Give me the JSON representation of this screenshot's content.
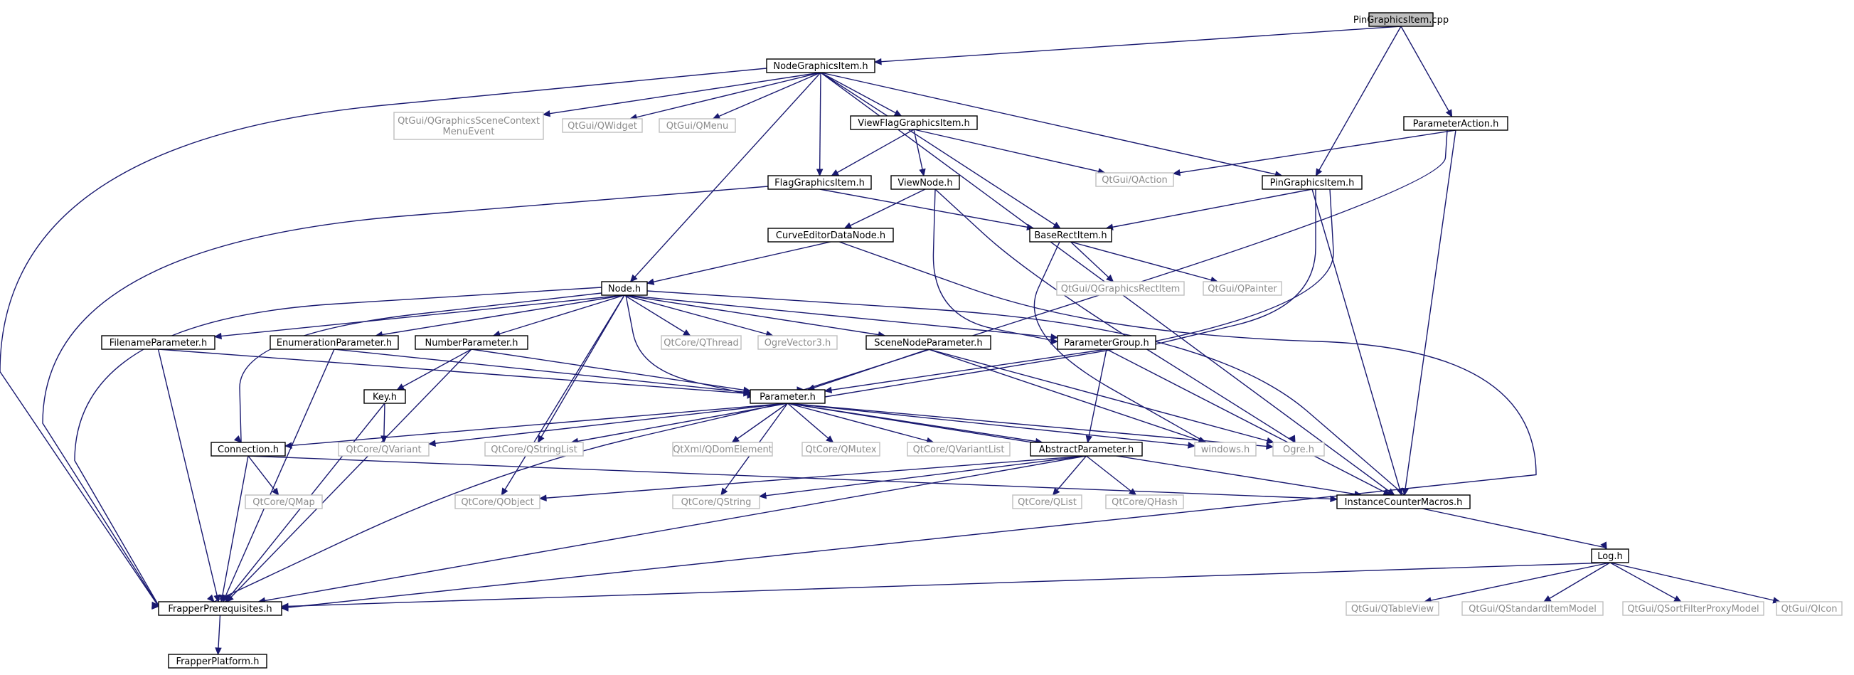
{
  "diagram": {
    "type": "include-dependency-graph",
    "colors": {
      "edge": "#191970",
      "local_border": "#000000",
      "external_border": "#bfbfbf",
      "root_fill": "#bfbfbf",
      "external_text": "#8c8c8c"
    },
    "nodes": [
      {
        "id": "n_pgi_cpp",
        "label": "PinGraphicsItem.cpp",
        "kind": "root"
      },
      {
        "id": "n_ngi",
        "label": "NodeGraphicsItem.h",
        "kind": "local"
      },
      {
        "id": "n_qgscme",
        "label": [
          "QtGui/QGraphicsSceneContext",
          "MenuEvent"
        ],
        "kind": "external"
      },
      {
        "id": "n_qwidget",
        "label": "QtGui/QWidget",
        "kind": "external"
      },
      {
        "id": "n_qmenu",
        "label": "QtGui/QMenu",
        "kind": "external"
      },
      {
        "id": "n_vfgi",
        "label": "ViewFlagGraphicsItem.h",
        "kind": "local"
      },
      {
        "id": "n_paction",
        "label": "ParameterAction.h",
        "kind": "local"
      },
      {
        "id": "n_qaction",
        "label": "QtGui/QAction",
        "kind": "external"
      },
      {
        "id": "n_fgi",
        "label": "FlagGraphicsItem.h",
        "kind": "local"
      },
      {
        "id": "n_viewnode",
        "label": "ViewNode.h",
        "kind": "local"
      },
      {
        "id": "n_pgi_h",
        "label": "PinGraphicsItem.h",
        "kind": "local"
      },
      {
        "id": "n_cedn",
        "label": "CurveEditorDataNode.h",
        "kind": "local"
      },
      {
        "id": "n_bri",
        "label": "BaseRectItem.h",
        "kind": "local"
      },
      {
        "id": "n_qgri",
        "label": "QtGui/QGraphicsRectItem",
        "kind": "external"
      },
      {
        "id": "n_qpainter",
        "label": "QtGui/QPainter",
        "kind": "external"
      },
      {
        "id": "n_node",
        "label": "Node.h",
        "kind": "local"
      },
      {
        "id": "n_filep",
        "label": "FilenameParameter.h",
        "kind": "local"
      },
      {
        "id": "n_enump",
        "label": "EnumerationParameter.h",
        "kind": "local"
      },
      {
        "id": "n_nump",
        "label": "NumberParameter.h",
        "kind": "local"
      },
      {
        "id": "n_qthread",
        "label": "QtCore/QThread",
        "kind": "external"
      },
      {
        "id": "n_ogrev3",
        "label": "OgreVector3.h",
        "kind": "external"
      },
      {
        "id": "n_snp",
        "label": "SceneNodeParameter.h",
        "kind": "local"
      },
      {
        "id": "n_pgroup",
        "label": "ParameterGroup.h",
        "kind": "local"
      },
      {
        "id": "n_key",
        "label": "Key.h",
        "kind": "local"
      },
      {
        "id": "n_param",
        "label": "Parameter.h",
        "kind": "local"
      },
      {
        "id": "n_conn",
        "label": "Connection.h",
        "kind": "local"
      },
      {
        "id": "n_qvariant",
        "label": "QtCore/QVariant",
        "kind": "external"
      },
      {
        "id": "n_qstrlist",
        "label": "QtCore/QStringList",
        "kind": "external"
      },
      {
        "id": "n_qdom",
        "label": "QtXml/QDomElement",
        "kind": "external"
      },
      {
        "id": "n_qmutex",
        "label": "QtCore/QMutex",
        "kind": "external"
      },
      {
        "id": "n_qvarlist",
        "label": "QtCore/QVariantList",
        "kind": "external"
      },
      {
        "id": "n_absp",
        "label": "AbstractParameter.h",
        "kind": "local"
      },
      {
        "id": "n_windows",
        "label": "windows.h",
        "kind": "external"
      },
      {
        "id": "n_ogre",
        "label": "Ogre.h",
        "kind": "external"
      },
      {
        "id": "n_qmap",
        "label": "QtCore/QMap",
        "kind": "external"
      },
      {
        "id": "n_qobject",
        "label": "QtCore/QObject",
        "kind": "external"
      },
      {
        "id": "n_qstring",
        "label": "QtCore/QString",
        "kind": "external"
      },
      {
        "id": "n_qlist",
        "label": "QtCore/QList",
        "kind": "external"
      },
      {
        "id": "n_qhash",
        "label": "QtCore/QHash",
        "kind": "external"
      },
      {
        "id": "n_icm",
        "label": "InstanceCounterMacros.h",
        "kind": "local"
      },
      {
        "id": "n_log",
        "label": "Log.h",
        "kind": "local"
      },
      {
        "id": "n_fprereq",
        "label": "FrapperPrerequisites.h",
        "kind": "local"
      },
      {
        "id": "n_qtable",
        "label": "QtGui/QTableView",
        "kind": "external"
      },
      {
        "id": "n_qsim",
        "label": "QtGui/QStandardItemModel",
        "kind": "external"
      },
      {
        "id": "n_qsfpm",
        "label": "QtGui/QSortFilterProxyModel",
        "kind": "external"
      },
      {
        "id": "n_qicon",
        "label": "QtGui/QIcon",
        "kind": "external"
      },
      {
        "id": "n_fplatform",
        "label": "FrapperPlatform.h",
        "kind": "local"
      }
    ],
    "edges": [
      [
        "n_pgi_cpp",
        "n_ngi"
      ],
      [
        "n_pgi_cpp",
        "n_pgi_h"
      ],
      [
        "n_pgi_cpp",
        "n_paction"
      ],
      [
        "n_ngi",
        "n_qgscme"
      ],
      [
        "n_ngi",
        "n_qwidget"
      ],
      [
        "n_ngi",
        "n_qmenu"
      ],
      [
        "n_ngi",
        "n_vfgi"
      ],
      [
        "n_ngi",
        "n_fgi"
      ],
      [
        "n_ngi",
        "n_bri"
      ],
      [
        "n_ngi",
        "n_node"
      ],
      [
        "n_ngi",
        "n_pgi_h"
      ],
      [
        "n_ngi",
        "n_icm"
      ],
      [
        "n_ngi",
        "n_fprereq"
      ],
      [
        "n_vfgi",
        "n_fgi"
      ],
      [
        "n_vfgi",
        "n_viewnode"
      ],
      [
        "n_vfgi",
        "n_qaction"
      ],
      [
        "n_paction",
        "n_qaction"
      ],
      [
        "n_paction",
        "n_param"
      ],
      [
        "n_paction",
        "n_icm"
      ],
      [
        "n_fgi",
        "n_bri"
      ],
      [
        "n_fgi",
        "n_fprereq"
      ],
      [
        "n_viewnode",
        "n_cedn"
      ],
      [
        "n_viewnode",
        "n_pgroup"
      ],
      [
        "n_viewnode",
        "n_ogre"
      ],
      [
        "n_pgi_h",
        "n_bri"
      ],
      [
        "n_pgi_h",
        "n_param"
      ],
      [
        "n_pgi_h",
        "n_pgroup"
      ],
      [
        "n_pgi_h",
        "n_icm"
      ],
      [
        "n_cedn",
        "n_node"
      ],
      [
        "n_cedn",
        "n_fprereq"
      ],
      [
        "n_bri",
        "n_qgri"
      ],
      [
        "n_bri",
        "n_qpainter"
      ],
      [
        "n_bri",
        "n_windows"
      ],
      [
        "n_node",
        "n_filep"
      ],
      [
        "n_node",
        "n_enump"
      ],
      [
        "n_node",
        "n_nump"
      ],
      [
        "n_node",
        "n_qthread"
      ],
      [
        "n_node",
        "n_ogrev3"
      ],
      [
        "n_node",
        "n_snp"
      ],
      [
        "n_node",
        "n_pgroup"
      ],
      [
        "n_node",
        "n_param"
      ],
      [
        "n_node",
        "n_conn"
      ],
      [
        "n_node",
        "n_qstrlist"
      ],
      [
        "n_node",
        "n_qobject"
      ],
      [
        "n_node",
        "n_icm"
      ],
      [
        "n_node",
        "n_fprereq"
      ],
      [
        "n_filep",
        "n_param"
      ],
      [
        "n_filep",
        "n_fprereq"
      ],
      [
        "n_enump",
        "n_param"
      ],
      [
        "n_enump",
        "n_fprereq"
      ],
      [
        "n_nump",
        "n_param"
      ],
      [
        "n_nump",
        "n_key"
      ],
      [
        "n_nump",
        "n_fprereq"
      ],
      [
        "n_snp",
        "n_param"
      ],
      [
        "n_snp",
        "n_ogre"
      ],
      [
        "n_snp",
        "n_windows"
      ],
      [
        "n_pgroup",
        "n_param"
      ],
      [
        "n_pgroup",
        "n_absp"
      ],
      [
        "n_pgroup",
        "n_icm"
      ],
      [
        "n_key",
        "n_qvariant"
      ],
      [
        "n_key",
        "n_fprereq"
      ],
      [
        "n_param",
        "n_conn"
      ],
      [
        "n_param",
        "n_qvariant"
      ],
      [
        "n_param",
        "n_qstrlist"
      ],
      [
        "n_param",
        "n_qdom"
      ],
      [
        "n_param",
        "n_qmutex"
      ],
      [
        "n_param",
        "n_qvarlist"
      ],
      [
        "n_param",
        "n_absp"
      ],
      [
        "n_param",
        "n_windows"
      ],
      [
        "n_param",
        "n_ogre"
      ],
      [
        "n_param",
        "n_icm"
      ],
      [
        "n_param",
        "n_qstring"
      ],
      [
        "n_param",
        "n_fprereq"
      ],
      [
        "n_conn",
        "n_qmap"
      ],
      [
        "n_conn",
        "n_icm"
      ],
      [
        "n_conn",
        "n_fprereq"
      ],
      [
        "n_absp",
        "n_qobject"
      ],
      [
        "n_absp",
        "n_qstring"
      ],
      [
        "n_absp",
        "n_qlist"
      ],
      [
        "n_absp",
        "n_qhash"
      ],
      [
        "n_absp",
        "n_fprereq"
      ],
      [
        "n_icm",
        "n_log"
      ],
      [
        "n_log",
        "n_qtable"
      ],
      [
        "n_log",
        "n_qsim"
      ],
      [
        "n_log",
        "n_qsfpm"
      ],
      [
        "n_log",
        "n_qicon"
      ],
      [
        "n_log",
        "n_fprereq"
      ],
      [
        "n_fprereq",
        "n_fplatform"
      ]
    ]
  }
}
